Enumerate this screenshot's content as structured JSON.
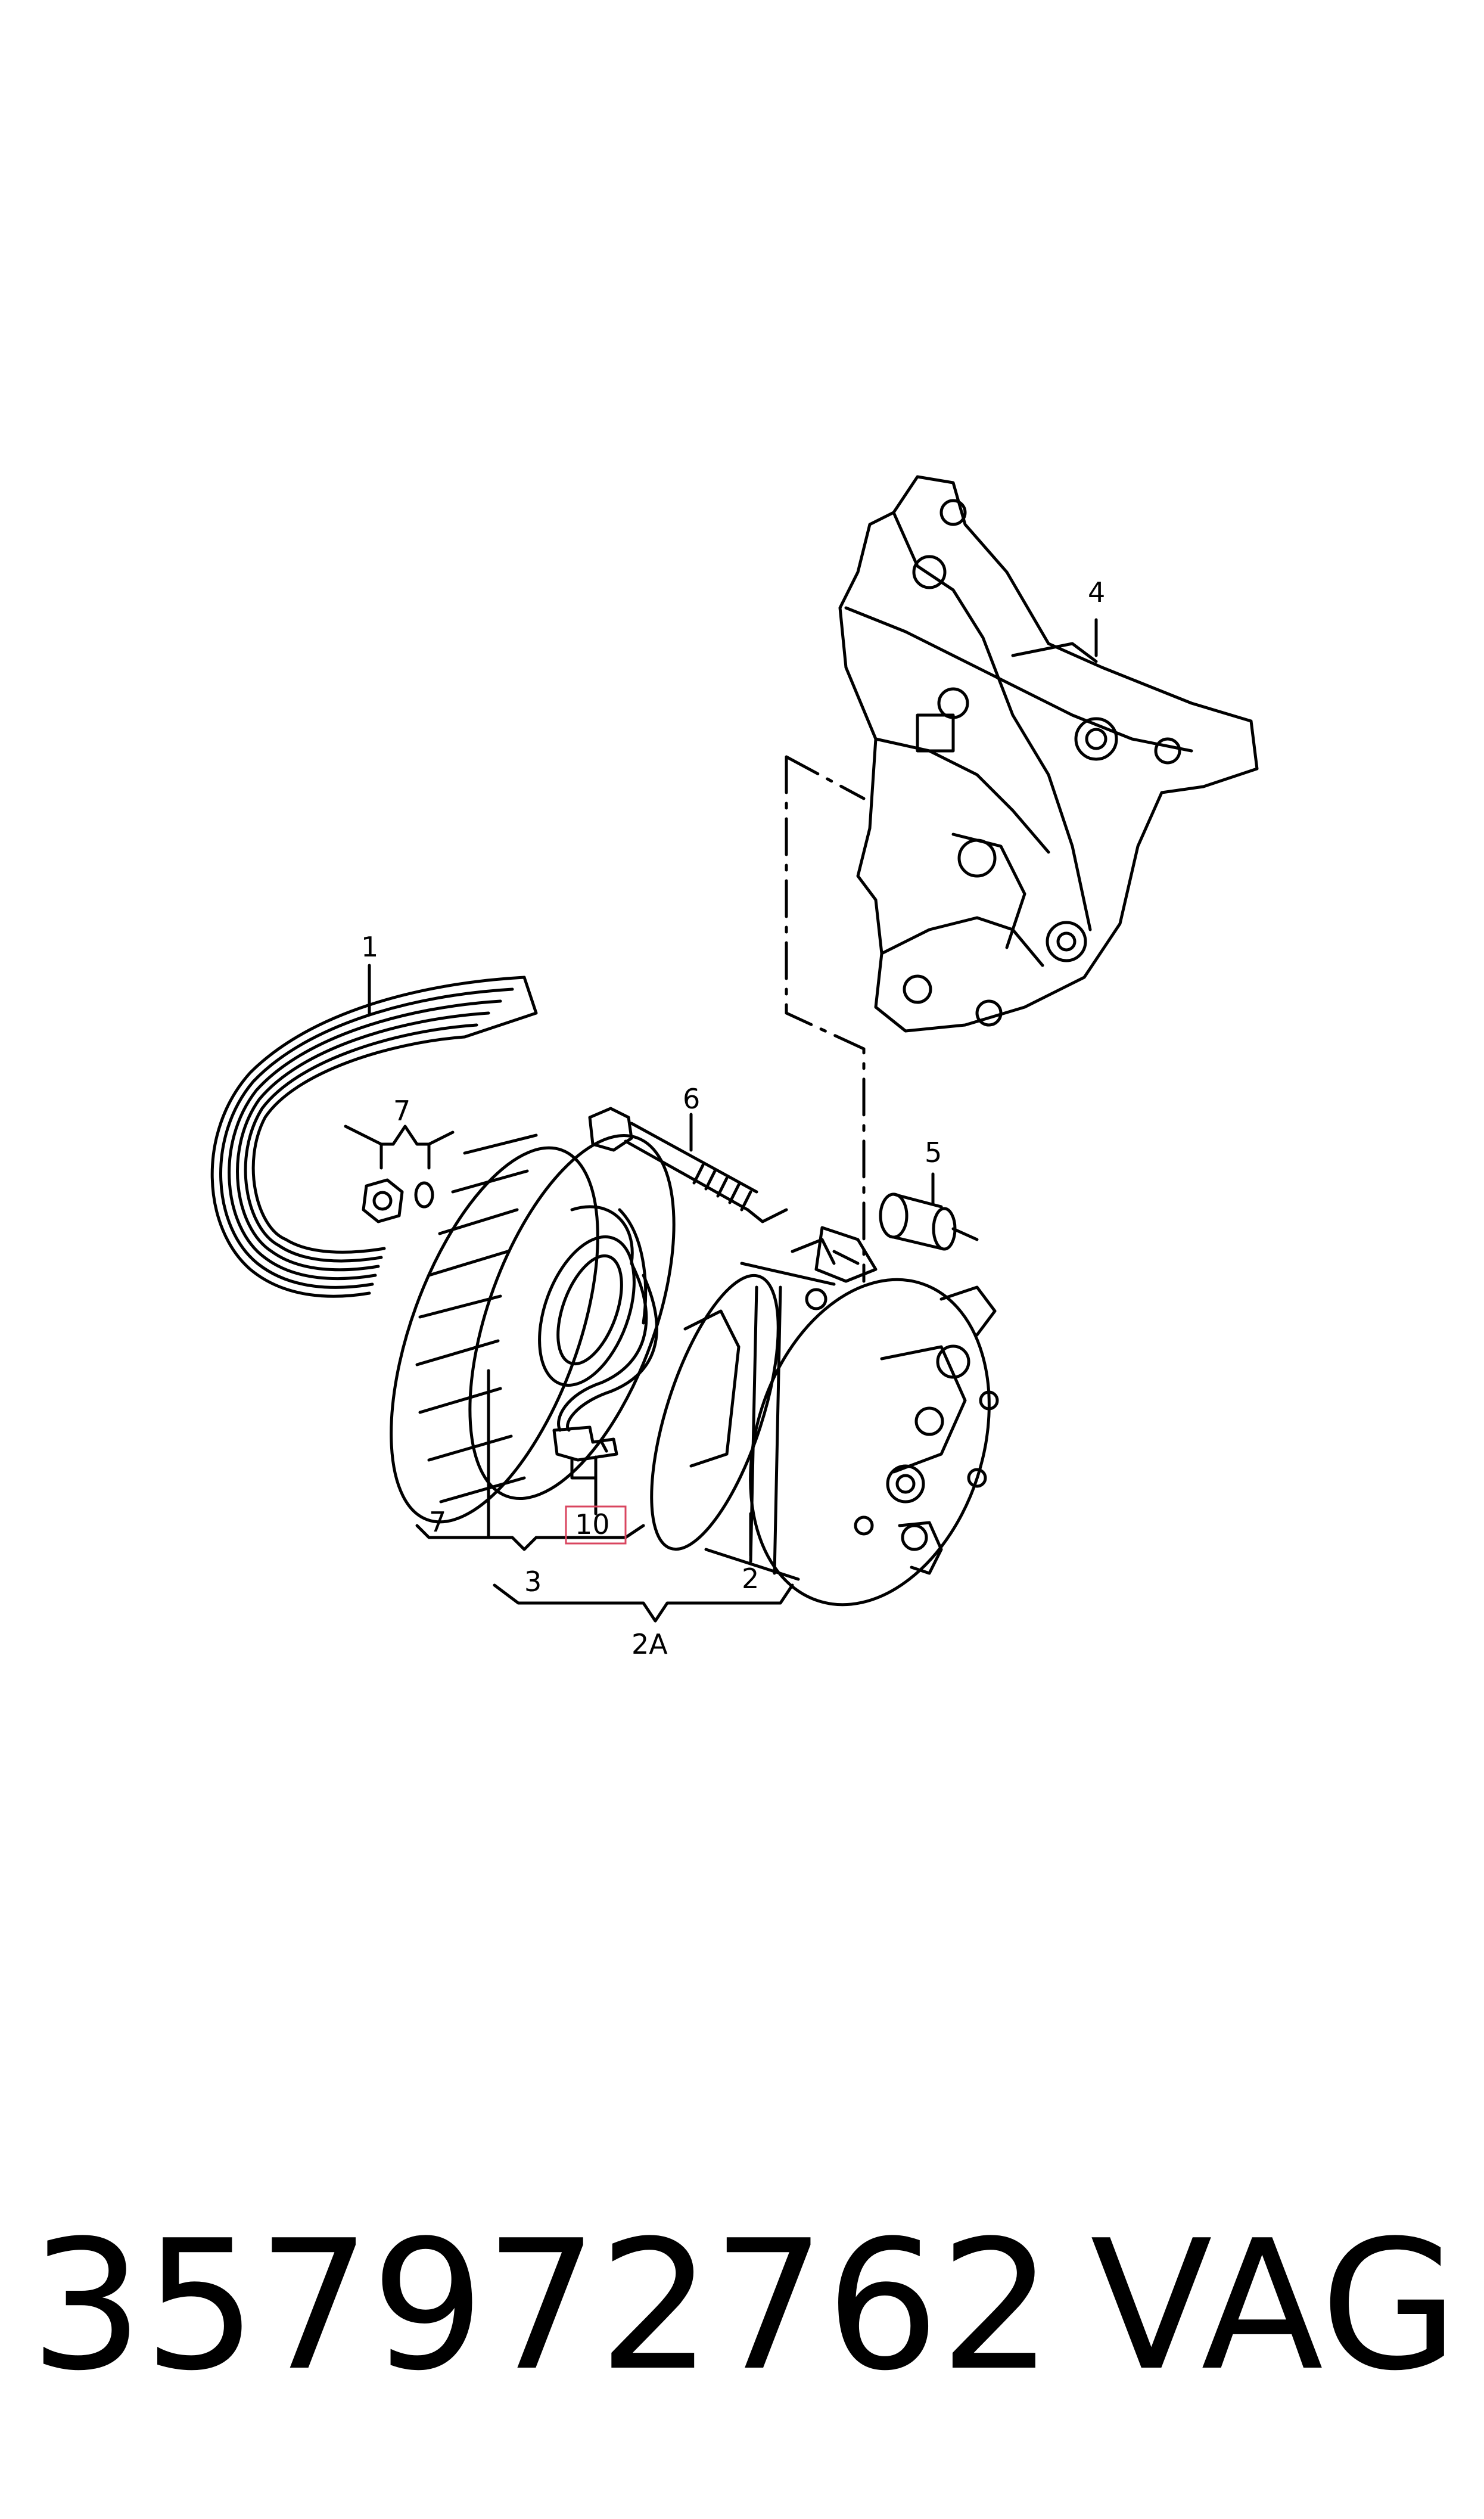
{
  "diagram": {
    "callouts": {
      "belt": "1",
      "compressor": "2",
      "compressor_assembly": "2A",
      "magnetic_clutch": "3",
      "bracket": "4",
      "bushing": "5",
      "bolt": "6",
      "nut_top": "7",
      "nut_bottom": "7",
      "connector": "10"
    },
    "highlight_color": "#d9455f"
  },
  "footer": {
    "part_number": "357972762",
    "brand": "VAG"
  }
}
